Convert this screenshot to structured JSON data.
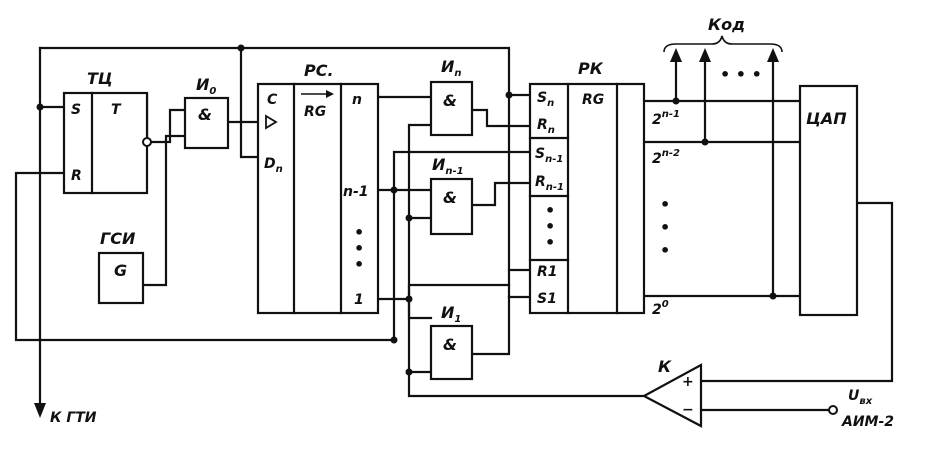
{
  "blocks": {
    "tc": {
      "title": "ТЦ",
      "s": "S",
      "t": "T",
      "r": "R"
    },
    "and0": {
      "title": "И",
      "sub": "0",
      "sym": "&"
    },
    "gsi": {
      "title": "ГСИ",
      "g": "G"
    },
    "rs": {
      "title": "РС.",
      "c": "C",
      "rg": "RG",
      "d": "D",
      "d_sub": "n",
      "bit_n": "n",
      "bit_n1": "n-1",
      "bit_1": "1"
    },
    "and_n": {
      "title": "И",
      "sub": "n",
      "sym": "&"
    },
    "and_n1": {
      "title": "И",
      "sub": "n-1",
      "sym": "&"
    },
    "and_1": {
      "title": "И",
      "sub": "1",
      "sym": "&"
    },
    "rk": {
      "title": "РК",
      "rg": "RG",
      "s": "S",
      "r": "R",
      "sub_n": "n",
      "sub_n1": "n-1",
      "r1": "R1",
      "s1": "S1"
    },
    "dac": {
      "title": "ЦАП"
    },
    "comp": {
      "title": "К",
      "plus": "+",
      "minus": "−"
    }
  },
  "outputs": {
    "z": "2",
    "exp_n1": "n-1",
    "exp_n2": "n-2",
    "exp_0": "0",
    "code_label": "Код",
    "ellipsis": "• • •"
  },
  "signals": {
    "gti": "К ГТИ",
    "uin": "U",
    "uin_sub": "вх",
    "aim": "АИМ-2"
  }
}
